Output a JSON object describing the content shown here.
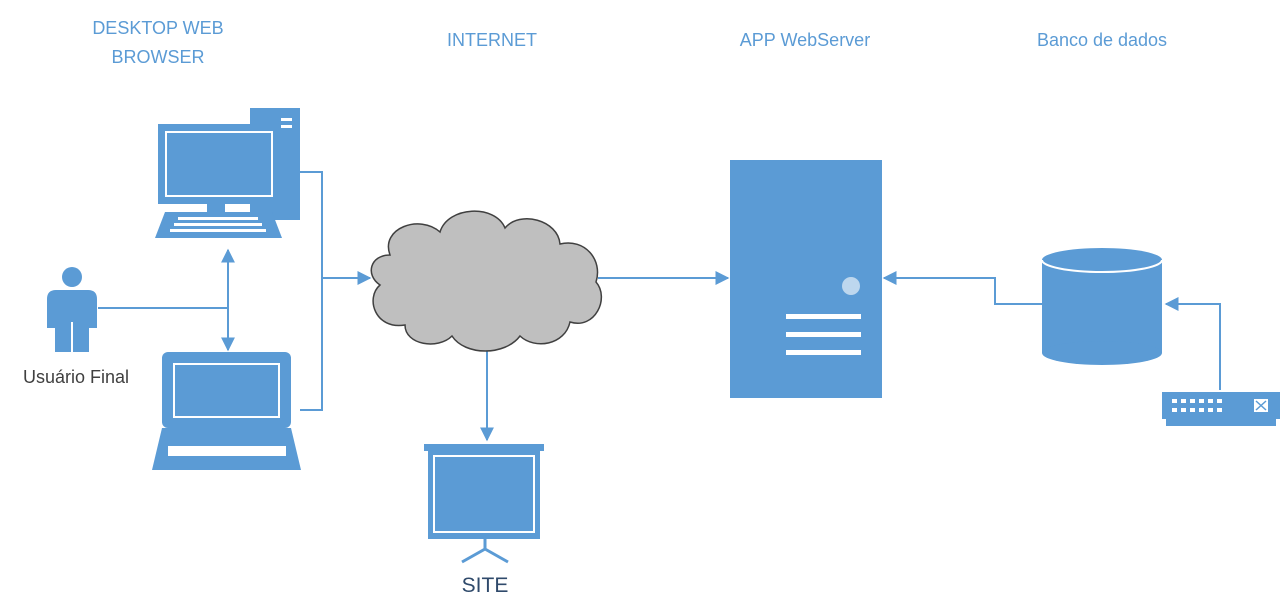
{
  "headers": {
    "desktop_line1": "DESKTOP WEB",
    "desktop_line2": "BROWSER",
    "internet": "INTERNET",
    "app_server": "APP WebServer",
    "database": "Banco de dados"
  },
  "labels": {
    "user": "Usuário Final",
    "site": "SITE"
  },
  "icons": {
    "desktop": "desktop-computer-icon",
    "laptop": "laptop-icon",
    "user": "user-icon",
    "cloud": "cloud-icon",
    "screen": "projection-screen-icon",
    "server": "server-icon",
    "database": "database-icon",
    "router": "router-icon"
  },
  "colors": {
    "accent": "#5b9bd5",
    "cloud_fill": "#bfbfbf",
    "cloud_stroke": "#404040",
    "text_dark": "#404040"
  }
}
